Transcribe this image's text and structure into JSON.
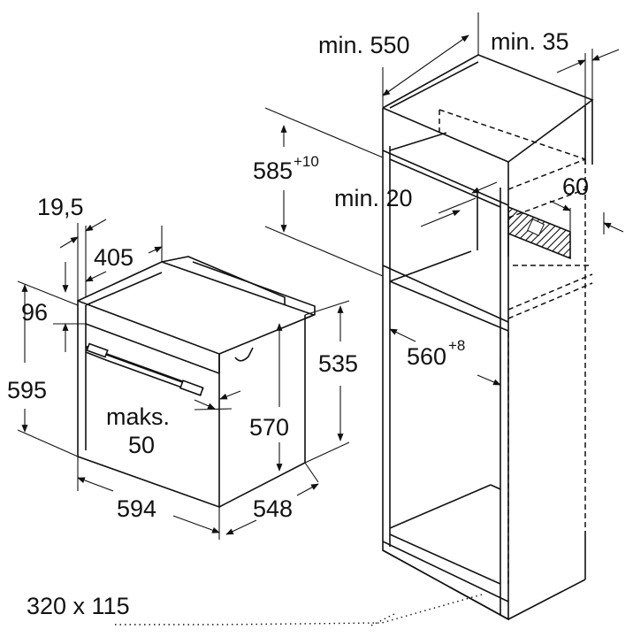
{
  "dimensions": {
    "cabinet_depth": "min. 550",
    "back_gap": "min. 35",
    "niche_height_base": "585",
    "niche_height_tol": "+10",
    "vent_gap": "min. 20",
    "vent_depth": "60",
    "niche_width_base": "560",
    "niche_width_tol": "+8",
    "front_offset": "19,5",
    "oven_depth_top": "405",
    "top_clearance": "96",
    "oven_total_height": "595",
    "oven_body_height": "535",
    "oven_inner_height": "570",
    "door_gap_label": "maks.",
    "door_gap_value": "50",
    "oven_width": "594",
    "oven_depth": "548",
    "vent_opening": "320 x 115"
  }
}
